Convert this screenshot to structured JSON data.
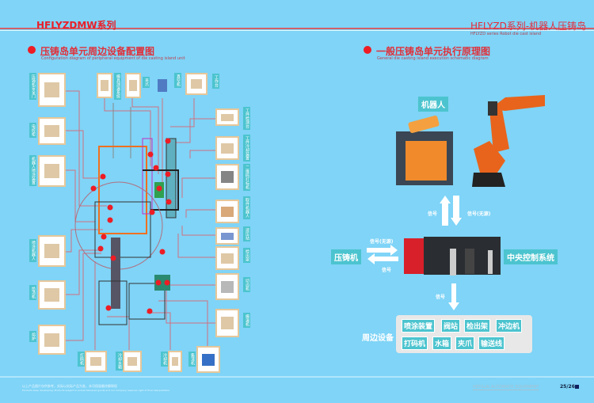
{
  "header": {
    "left_brand": "HFLYZDMW系列",
    "right_brand": "HFLYZD系列-机器人压铸岛",
    "right_brand_en": "HFLYZD series Robot die cast island"
  },
  "left_section": {
    "title": "压铸岛单元周边设备配置图",
    "subtitle": "Configuration diagram of peripheral equipment of die casting island unit",
    "labels": {
      "left": [
        "压铸机安全门",
        "电控柜",
        "机器人喷涂装置",
        "喷涂机器人",
        "给汤机",
        "熔炉"
      ],
      "top": [
        "模具测温系统",
        "夹爪",
        "真空机",
        "工作台"
      ],
      "right": [
        "工件检测台",
        "工件冷却装置",
        "二维码打标机",
        "取件机器人",
        "液压站",
        "检出架",
        "切边机",
        "模温机"
      ],
      "bottom": [
        "打码机",
        "冷却水箱",
        "冷却机",
        "集渣机"
      ]
    }
  },
  "right_section": {
    "title": "一般压铸岛单元执行原理图",
    "subtitle": "General die casting island execution schematic diagram",
    "robot_label": "机器人",
    "die_caster_label": "压铸机",
    "central_label": "中央控制系统",
    "peripheral_label": "周边设备",
    "signals": {
      "up": "信号",
      "down": "信号(无源)",
      "to_plc": "信号(无源)",
      "from_plc": "信号",
      "to_peripheral": "信号"
    },
    "peripheral_items": [
      "喷涂装置",
      "阀站",
      "检出架",
      "冲边机",
      "打码机",
      "水箱",
      "夹爪",
      "输送线"
    ]
  },
  "footer": {
    "note_cn": "以上产品图片仅供参考，实际以实际产品为准，本司保留最终解释权",
    "note_en": "Products keep developing. Products subject to actual delivered goods and our company reserves right of final interpretation",
    "company": "HEFULAI AUTOMATIC EQUIPMENT",
    "page": "25/26"
  },
  "colors": {
    "background": "#7fd4f7",
    "accent_red": "#e8202a",
    "tag_teal": "#4cc4cf"
  }
}
